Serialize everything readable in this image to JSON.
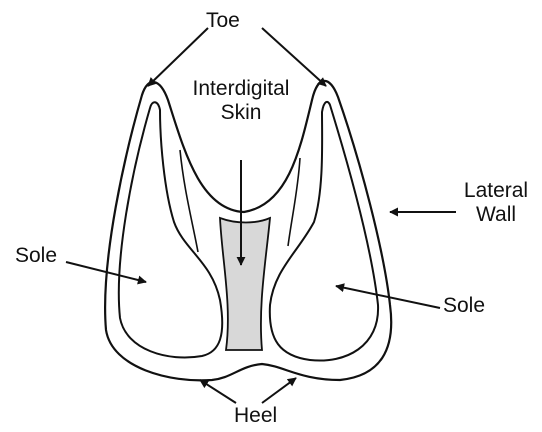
{
  "labels": {
    "toe": "Toe",
    "interdigital_line1": "Interdigital",
    "interdigital_line2": "Skin",
    "lateral_line1": "Lateral",
    "lateral_line2": "Wall",
    "sole_left": "Sole",
    "sole_right": "Sole",
    "heel": "Heel"
  },
  "colors": {
    "outline": "#111111",
    "interdigital_skin_fill": "#d8d8d8",
    "background": "#ffffff"
  }
}
